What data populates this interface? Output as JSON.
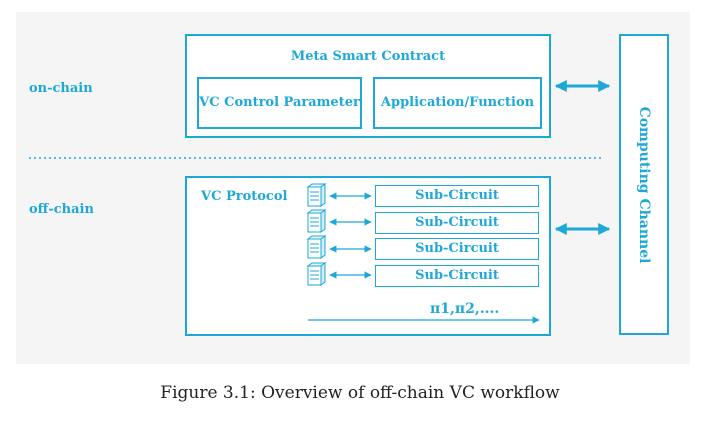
{
  "labels": {
    "on_chain": "on-chain",
    "off_chain": "off-chain"
  },
  "meta": {
    "title": "Meta Smart Contract",
    "vc_control": "VC Control Parameter",
    "app_function": "Application/Function"
  },
  "vc_protocol": {
    "title": "VC Protocol",
    "subcircuits": [
      "Sub-Circuit",
      "Sub-Circuit",
      "Sub-Circuit",
      "Sub-Circuit"
    ],
    "pi_label": "π1,π2,...."
  },
  "computing_channel": "Computing Channel",
  "caption": "Figure 3.1: Overview of off-chain VC workflow",
  "colors": {
    "accent": "#1ea8d8",
    "panel_bg": "#f5f5f5",
    "caption": "#222222"
  },
  "icons": {
    "server": "server-icon"
  }
}
